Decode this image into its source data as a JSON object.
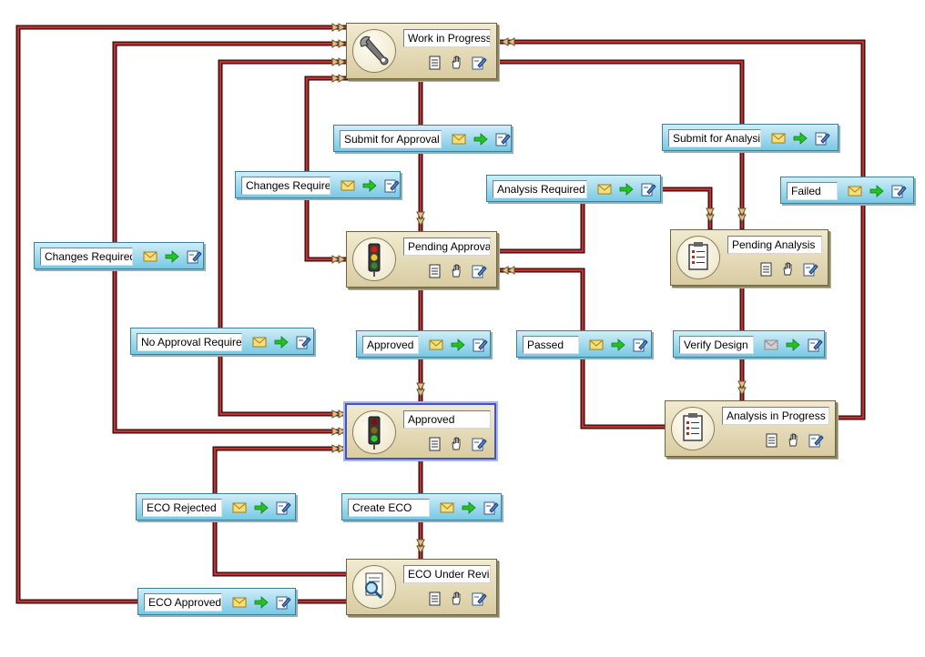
{
  "states": {
    "work_in_progress": {
      "label": "Work in Progress",
      "icon": "wrench-icon"
    },
    "pending_approval": {
      "label": "Pending Approval",
      "icon": "traffic-light-red-icon"
    },
    "approved": {
      "label": "Approved",
      "icon": "traffic-light-green-icon",
      "selected": true
    },
    "eco_under_review": {
      "label": "ECO Under Review",
      "icon": "magnifier-document-icon"
    },
    "pending_analysis": {
      "label": "Pending Analysis",
      "icon": "clipboard-checklist-icon"
    },
    "analysis_in_progress": {
      "label": "Analysis in Progress",
      "icon": "clipboard-checklist-icon"
    }
  },
  "transitions": {
    "submit_for_approval": {
      "label": "Submit for Approval"
    },
    "submit_for_analysis": {
      "label": "Submit for Analysis"
    },
    "changes_required_inner": {
      "label": "Changes Required"
    },
    "analysis_required": {
      "label": "Analysis Required"
    },
    "failed": {
      "label": "Failed"
    },
    "changes_required_outer": {
      "label": "Changes Required"
    },
    "no_approval_required": {
      "label": "No Approval Required"
    },
    "approved_tr": {
      "label": "Approved"
    },
    "passed": {
      "label": "Passed"
    },
    "verify_design": {
      "label": "Verify Design",
      "envelope_disabled": true
    },
    "eco_rejected": {
      "label": "ECO Rejected"
    },
    "create_eco": {
      "label": "Create ECO"
    },
    "eco_approved": {
      "label": "ECO Approved"
    }
  },
  "colors": {
    "wire_fill": "#c23030",
    "wire_outline": "#2b0a0a",
    "state_fill": "#e6dcb8",
    "transition_fill": "#9fdaf0",
    "selected_border": "#4054c4",
    "arrowhead": "#d9b27a"
  }
}
